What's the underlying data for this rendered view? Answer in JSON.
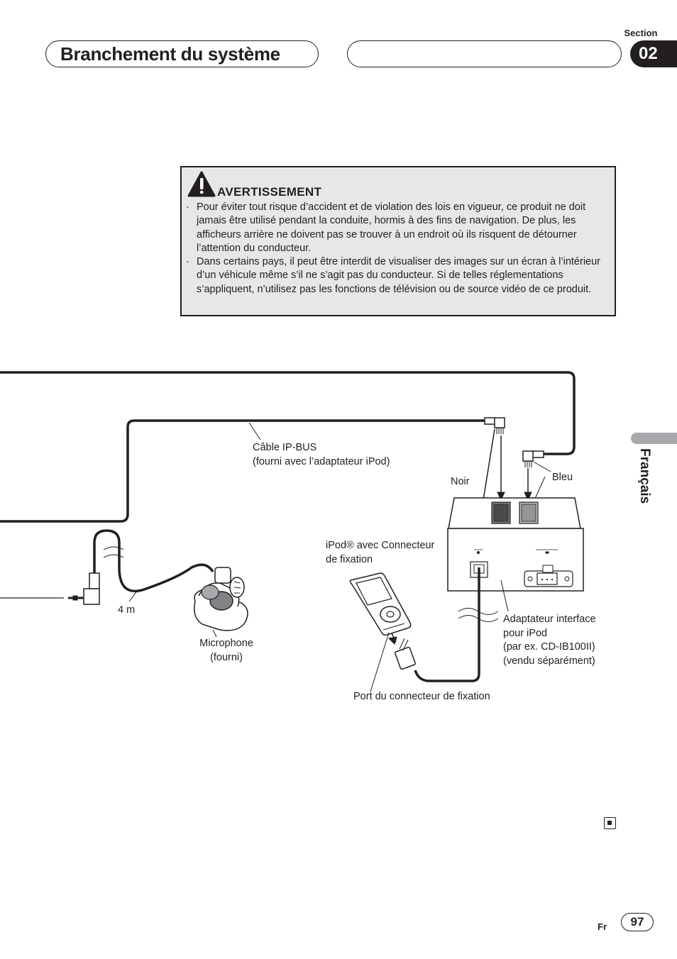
{
  "header": {
    "title": "Branchement du système",
    "section_label": "Section",
    "section_number": "02"
  },
  "warning": {
    "icon": "warning-triangle-icon",
    "title": "AVERTISSEMENT",
    "items": [
      "Pour éviter tout risque d’accident et de violation des lois en vigueur, ce produit ne doit jamais être utilisé pendant la conduite, hormis à des fins de navigation. De plus, les afficheurs arrière ne doivent pas se trouver à un endroit où ils risquent de détourner l’attention du conducteur.",
      "Dans certains pays, il peut être interdit de visualiser des images sur un écran à l’intérieur d’un véhicule même s’il ne s’agit pas du conducteur. Si de telles réglementations s’appliquent, n’utilisez pas les fonctions de télévision ou de source vidéo de ce produit."
    ]
  },
  "diagram": {
    "cable_ipbus_line1": "Câble IP-BUS",
    "cable_ipbus_line2": "(fourni avec l’adaptateur iPod)",
    "noir": "Noir",
    "bleu": "Bleu",
    "ipod_line1": "iPod® avec Connecteur",
    "ipod_line2": "de fixation",
    "length": "4 m",
    "microphone_line1": "Microphone",
    "microphone_line2": "(fourni)",
    "adapter_line1": "Adaptateur interface",
    "adapter_line2": "pour iPod",
    "adapter_line3": "(par ex. CD-IB100II)",
    "adapter_line4": "(vendu séparément)",
    "dock_port": "Port du connecteur de fixation"
  },
  "language_tab": "Français",
  "footer": {
    "lang_code": "Fr",
    "page_number": "97"
  }
}
